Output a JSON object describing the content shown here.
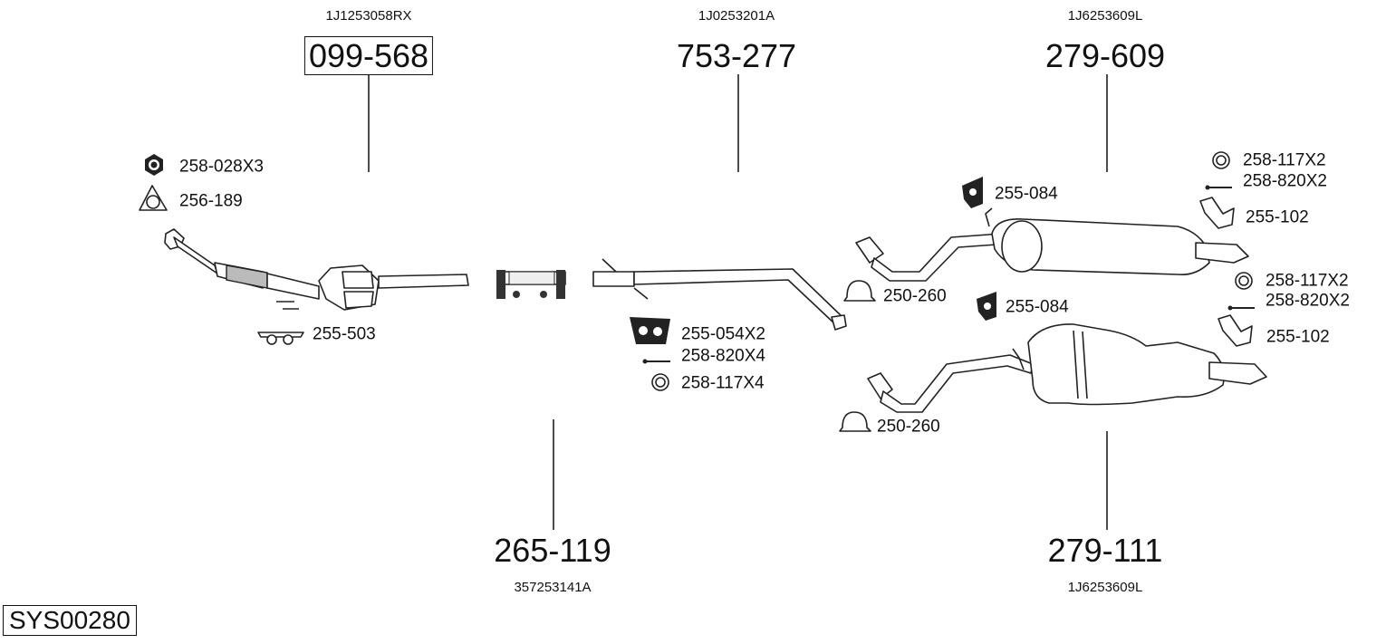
{
  "system_id": "SYS00280",
  "parts": [
    {
      "number": "099-568",
      "oem": "1J1253058RX",
      "highlighted": true
    },
    {
      "number": "753-277",
      "oem": "1J0253201A"
    },
    {
      "number": "279-609",
      "oem": "1J6253609L"
    },
    {
      "number": "265-119",
      "oem": "357253141A"
    },
    {
      "number": "279-111",
      "oem": "1J6253609L"
    }
  ],
  "accessories": {
    "cat": [
      "258-028X3",
      "256-189",
      "255-503"
    ],
    "front": [
      "255-054X2",
      "258-820X4",
      "258-117X4"
    ],
    "rear_upper": [
      "250-260",
      "255-084",
      "258-117X2",
      "258-820X2",
      "255-102"
    ],
    "rear_lower": [
      "255-084",
      "258-117X2",
      "258-820X2",
      "255-102",
      "250-260"
    ]
  }
}
